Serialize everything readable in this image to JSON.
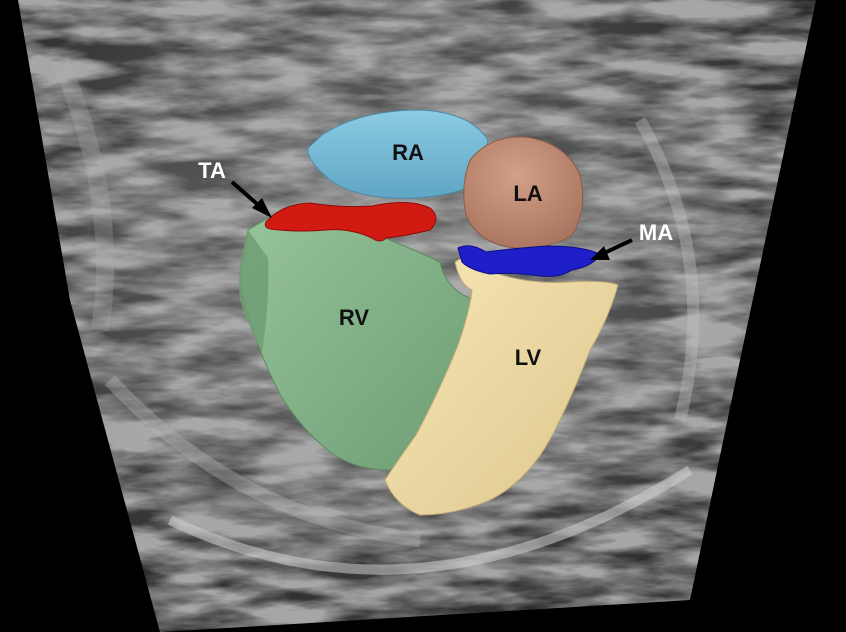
{
  "structures": {
    "ra": {
      "label": "RA",
      "color": "#79b9d3"
    },
    "la": {
      "label": "LA",
      "color": "#c28f78"
    },
    "rv": {
      "label": "RV",
      "color": "#87b48a"
    },
    "lv": {
      "label": "LV",
      "color": "#f1dca3"
    },
    "ta": {
      "label": "TA",
      "color": "#d11a12"
    },
    "ma": {
      "label": "MA",
      "color": "#1f1fc9"
    }
  }
}
